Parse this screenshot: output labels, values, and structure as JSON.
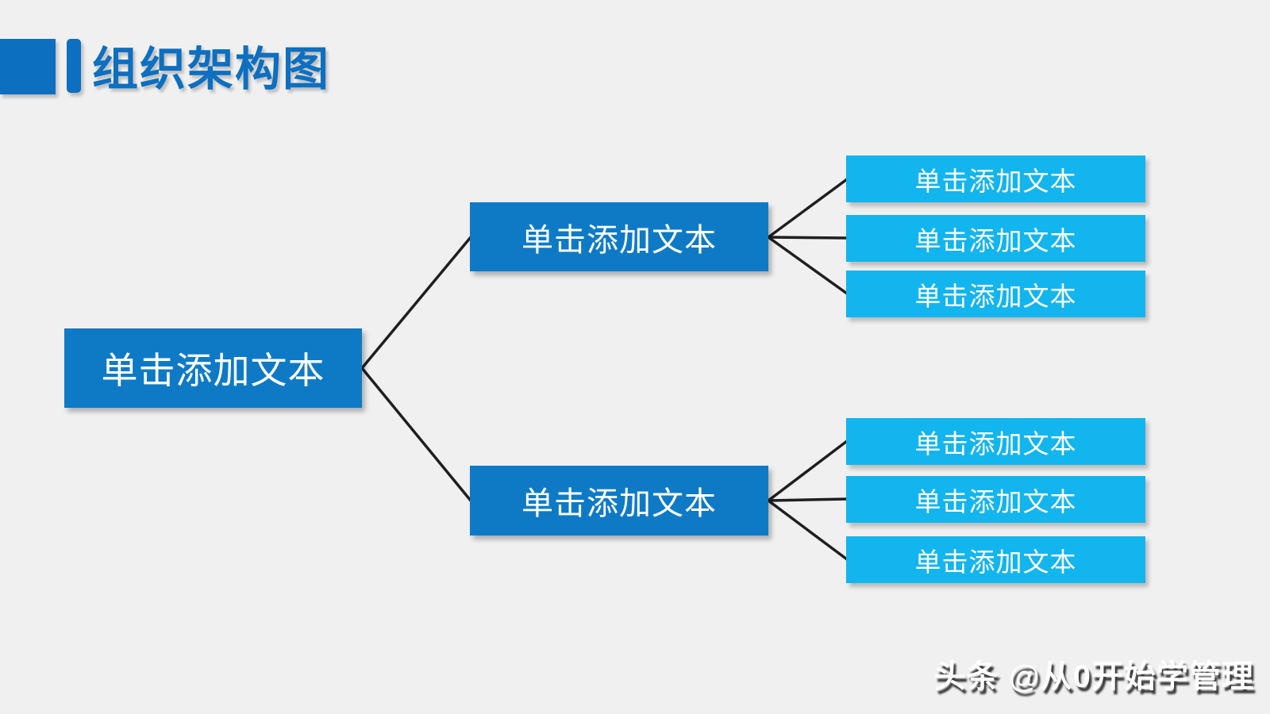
{
  "slide": {
    "title": "组织架构图",
    "watermark": "头条 @从0开始学管理"
  },
  "colors": {
    "background": "#f0f0f1",
    "title_accent": "#0c6fc0",
    "node_primary": "#0e7ac6",
    "node_secondary": "#12b5ee",
    "connector": "#1f1f1f",
    "node_text": "#ffffff"
  },
  "diagram": {
    "type": "org-chart",
    "orientation": "left-to-right",
    "root": {
      "label": "单击添加文本"
    },
    "branches": [
      {
        "label": "单击添加文本",
        "children": [
          {
            "label": "单击添加文本"
          },
          {
            "label": "单击添加文本"
          },
          {
            "label": "单击添加文本"
          }
        ]
      },
      {
        "label": "单击添加文本",
        "children": [
          {
            "label": "单击添加文本"
          },
          {
            "label": "单击添加文本"
          },
          {
            "label": "单击添加文本"
          }
        ]
      }
    ]
  }
}
